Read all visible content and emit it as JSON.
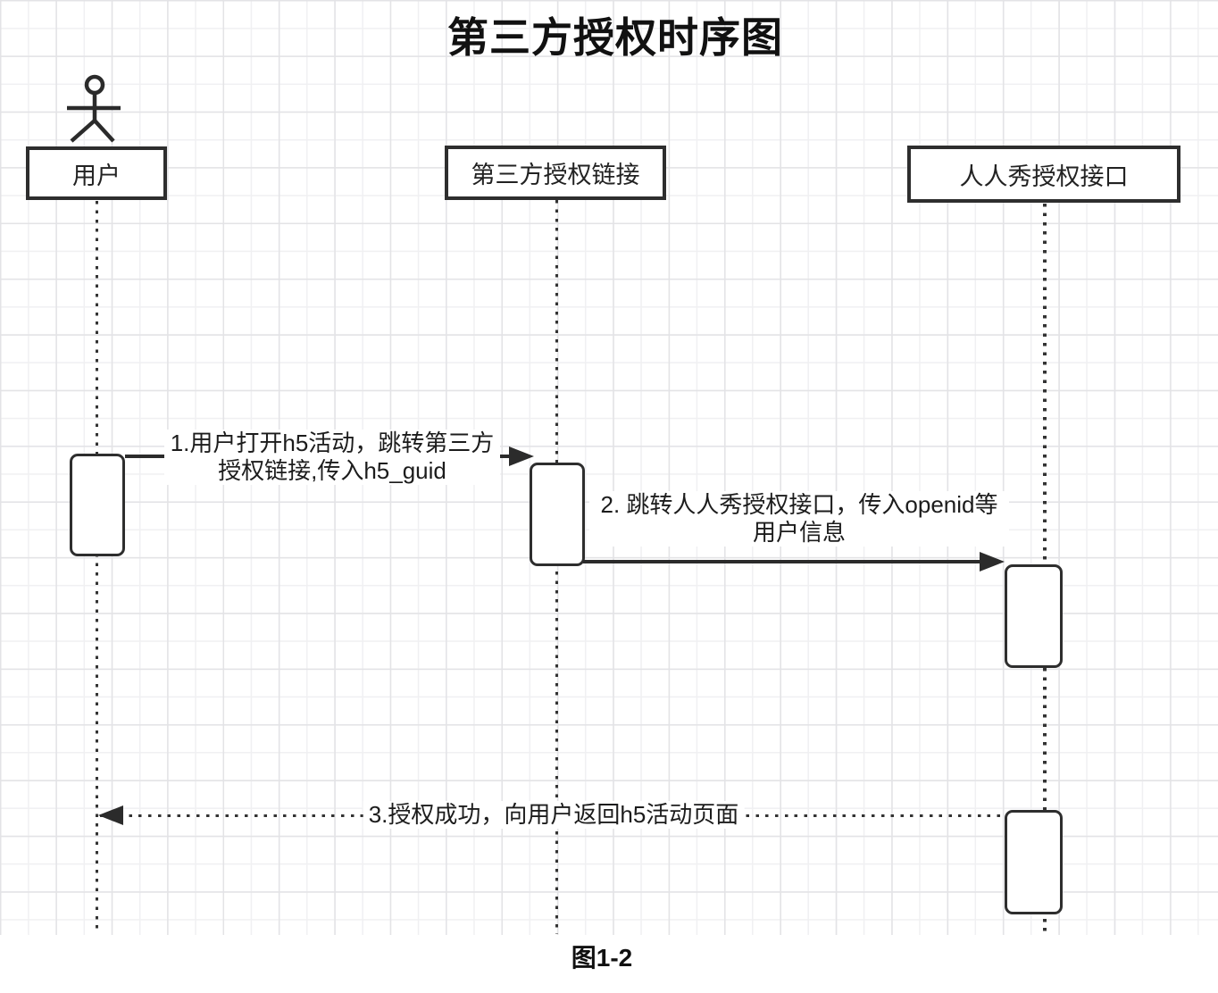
{
  "title": "第三方授权时序图",
  "caption": "图1-2",
  "participants": [
    {
      "name": "用户",
      "has_actor_icon": true
    },
    {
      "name": "第三方授权链接",
      "has_actor_icon": false
    },
    {
      "name": "人人秀授权接口",
      "has_actor_icon": false
    }
  ],
  "messages": [
    {
      "id": "1",
      "from": "用户",
      "to": "第三方授权链接",
      "style": "solid",
      "line1": "1.用户打开h5活动，跳转第三方",
      "line2": "授权链接,传入h5_guid"
    },
    {
      "id": "2",
      "from": "第三方授权链接",
      "to": "人人秀授权接口",
      "style": "solid",
      "line1": "2. 跳转人人秀授权接口，传入openid等",
      "line2": "用户信息"
    },
    {
      "id": "3",
      "from": "人人秀授权接口",
      "to": "用户",
      "style": "dotted",
      "text": "3.授权成功，向用户返回h5活动页面"
    }
  ],
  "colors": {
    "stroke": "#2b2b2b",
    "background": "#ffffff",
    "grid_minor": "#f0f0f2",
    "grid_major": "#e3e3e6"
  }
}
